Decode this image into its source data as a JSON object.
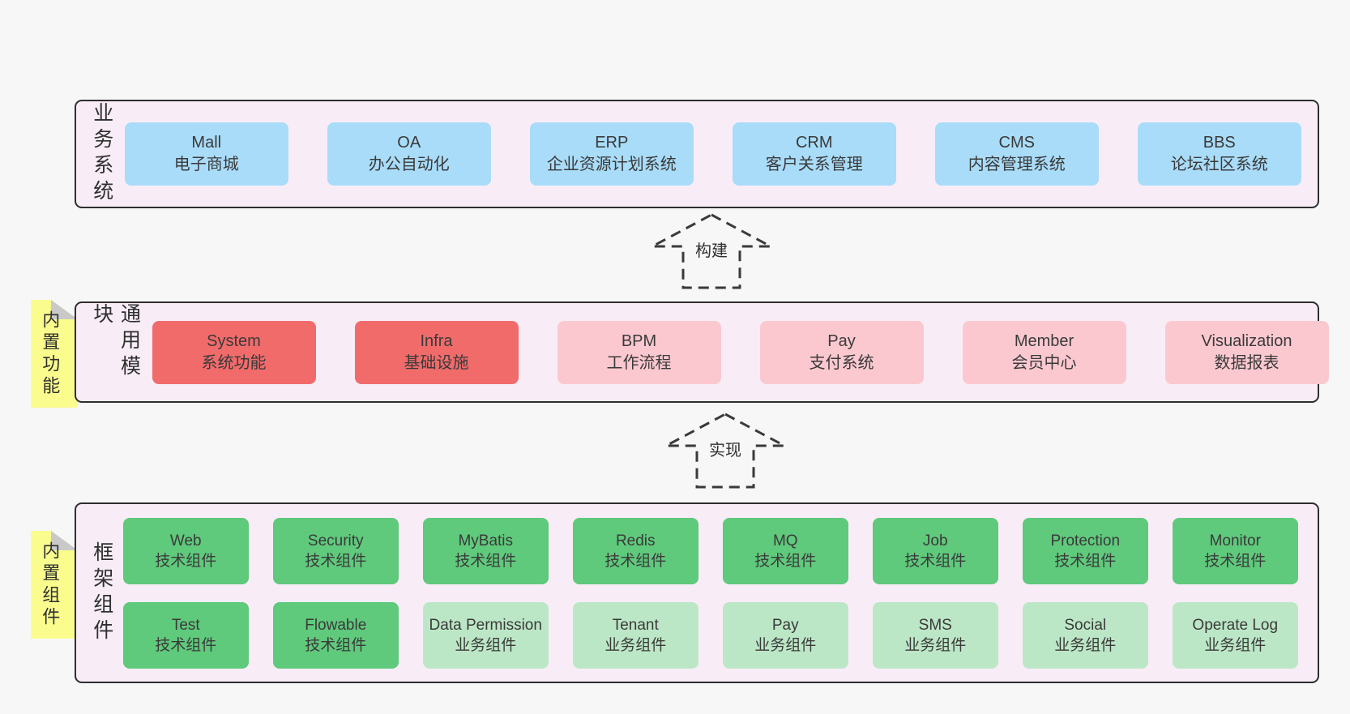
{
  "colors": {
    "page-bg": "#f7f7f7",
    "band-bg": "#f8edf7",
    "band-border": "#2e2e2e",
    "blue": "#a9dcf8",
    "red": "#f16b6b",
    "pink": "#fbc8d0",
    "green": "#5fc97c",
    "green-light": "#bce7c6",
    "note-bg": "#fafd8e",
    "note-fold": "#c9c9c9",
    "text": "#3a3a3a"
  },
  "bands": [
    {
      "label": "业务系统",
      "boxes": [
        {
          "en": "Mall",
          "zh": "电子商城"
        },
        {
          "en": "OA",
          "zh": "办公自动化"
        },
        {
          "en": "ERP",
          "zh": "企业资源计划系统"
        },
        {
          "en": "CRM",
          "zh": "客户关系管理"
        },
        {
          "en": "CMS",
          "zh": "内容管理系统"
        },
        {
          "en": "BBS",
          "zh": "论坛社区系统"
        }
      ]
    },
    {
      "label": "通用模块",
      "note": "内置功能",
      "boxes": [
        {
          "en": "System",
          "zh": "系统功能"
        },
        {
          "en": "Infra",
          "zh": "基础设施"
        },
        {
          "en": "BPM",
          "zh": "工作流程"
        },
        {
          "en": "Pay",
          "zh": "支付系统"
        },
        {
          "en": "Member",
          "zh": "会员中心"
        },
        {
          "en": "Visualization",
          "zh": "数据报表"
        }
      ]
    },
    {
      "label": "框架组件",
      "note": "内置组件",
      "rows": [
        [
          {
            "en": "Web",
            "zh": "技术组件"
          },
          {
            "en": "Security",
            "zh": "技术组件"
          },
          {
            "en": "MyBatis",
            "zh": "技术组件"
          },
          {
            "en": "Redis",
            "zh": "技术组件"
          },
          {
            "en": "MQ",
            "zh": "技术组件"
          },
          {
            "en": "Job",
            "zh": "技术组件"
          },
          {
            "en": "Protection",
            "zh": "技术组件"
          },
          {
            "en": "Monitor",
            "zh": "技术组件"
          }
        ],
        [
          {
            "en": "Test",
            "zh": "技术组件"
          },
          {
            "en": "Flowable",
            "zh": "技术组件"
          },
          {
            "en": "Data Permission",
            "zh": "业务组件"
          },
          {
            "en": "Tenant",
            "zh": "业务组件"
          },
          {
            "en": "Pay",
            "zh": "业务组件"
          },
          {
            "en": "SMS",
            "zh": "业务组件"
          },
          {
            "en": "Social",
            "zh": "业务组件"
          },
          {
            "en": "Operate Log",
            "zh": "业务组件"
          }
        ]
      ]
    }
  ],
  "arrows": [
    {
      "label": "构建"
    },
    {
      "label": "实现"
    }
  ]
}
